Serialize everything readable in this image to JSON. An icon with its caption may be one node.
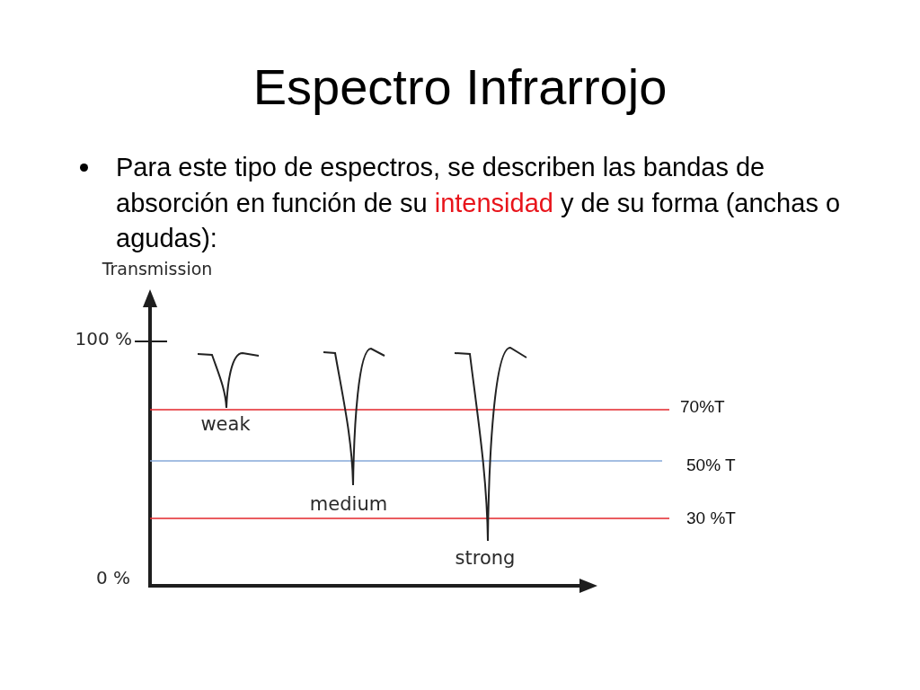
{
  "diagram": {
    "title": "Espectro Infrarrojo",
    "labels": [
      "Para este tipo de espectros, se describen las bandas de absorción en función de su **intensidad** y de su forma (anchas o agudas):",
      "Transmission",
      "100 %",
      "70%T",
      "weak",
      "50% T",
      "medium",
      "30 %T",
      "strong",
      "0 %"
    ]
  }
}
